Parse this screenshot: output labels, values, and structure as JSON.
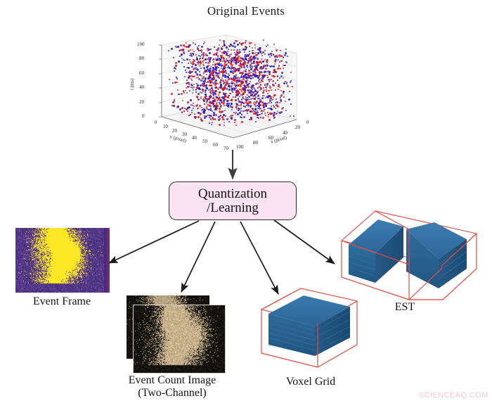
{
  "figure": {
    "title": "Original Events",
    "watermark": "SCIENCEAQ.COM"
  },
  "scatter": {
    "title": "Original Events",
    "z_axis_title": "t (ms)",
    "z_ticks": [
      "0",
      "20",
      "40",
      "60",
      "80",
      "100"
    ],
    "y_axis_title": "y (pixel)",
    "y_ticks": [
      "0",
      "10",
      "20",
      "30",
      "40",
      "50",
      "60",
      "70"
    ],
    "x_axis_title": "x (pixel)",
    "x_ticks": [
      "0",
      "20",
      "40",
      "60",
      "80",
      "100"
    ],
    "series": [
      {
        "name": "positive-events",
        "color": "#1616dc"
      },
      {
        "name": "negative-events",
        "color": "#e01212"
      }
    ]
  },
  "process": {
    "line1": "Quantization",
    "line2": "/Learning",
    "fill_color": "#fbe4f1",
    "border_color": "#2d2d2d"
  },
  "outputs": [
    {
      "id": "event-frame",
      "caption": "Event Frame",
      "caption_line2": "",
      "colors": {
        "low": "#46327d",
        "high": "#fde725",
        "edge": "#6b2f7a"
      }
    },
    {
      "id": "event-count-image",
      "caption": "Event Count Image",
      "caption_line2": "(Two-Channel)",
      "colors": {
        "low": "#14110c",
        "high": "#e8cfa4"
      }
    },
    {
      "id": "voxel-grid",
      "caption": "Voxel Grid",
      "caption_line2": "",
      "colors": {
        "volume": "#2a6496",
        "wireframe": "#e8463c"
      }
    },
    {
      "id": "est",
      "caption": "EST",
      "caption_line2": "",
      "colors": {
        "volume": "#2a6496",
        "wireframe": "#e8463c"
      }
    }
  ],
  "arrows": [
    {
      "name": "arrow-events-to-quantization",
      "from": "scatter",
      "to": "quantization"
    },
    {
      "name": "arrow-quantization-to-event-frame",
      "from": "quantization",
      "to": "event-frame"
    },
    {
      "name": "arrow-quantization-to-event-count-image",
      "from": "quantization",
      "to": "event-count-image"
    },
    {
      "name": "arrow-quantization-to-voxel-grid",
      "from": "quantization",
      "to": "voxel-grid"
    },
    {
      "name": "arrow-quantization-to-est",
      "from": "quantization",
      "to": "est"
    }
  ]
}
